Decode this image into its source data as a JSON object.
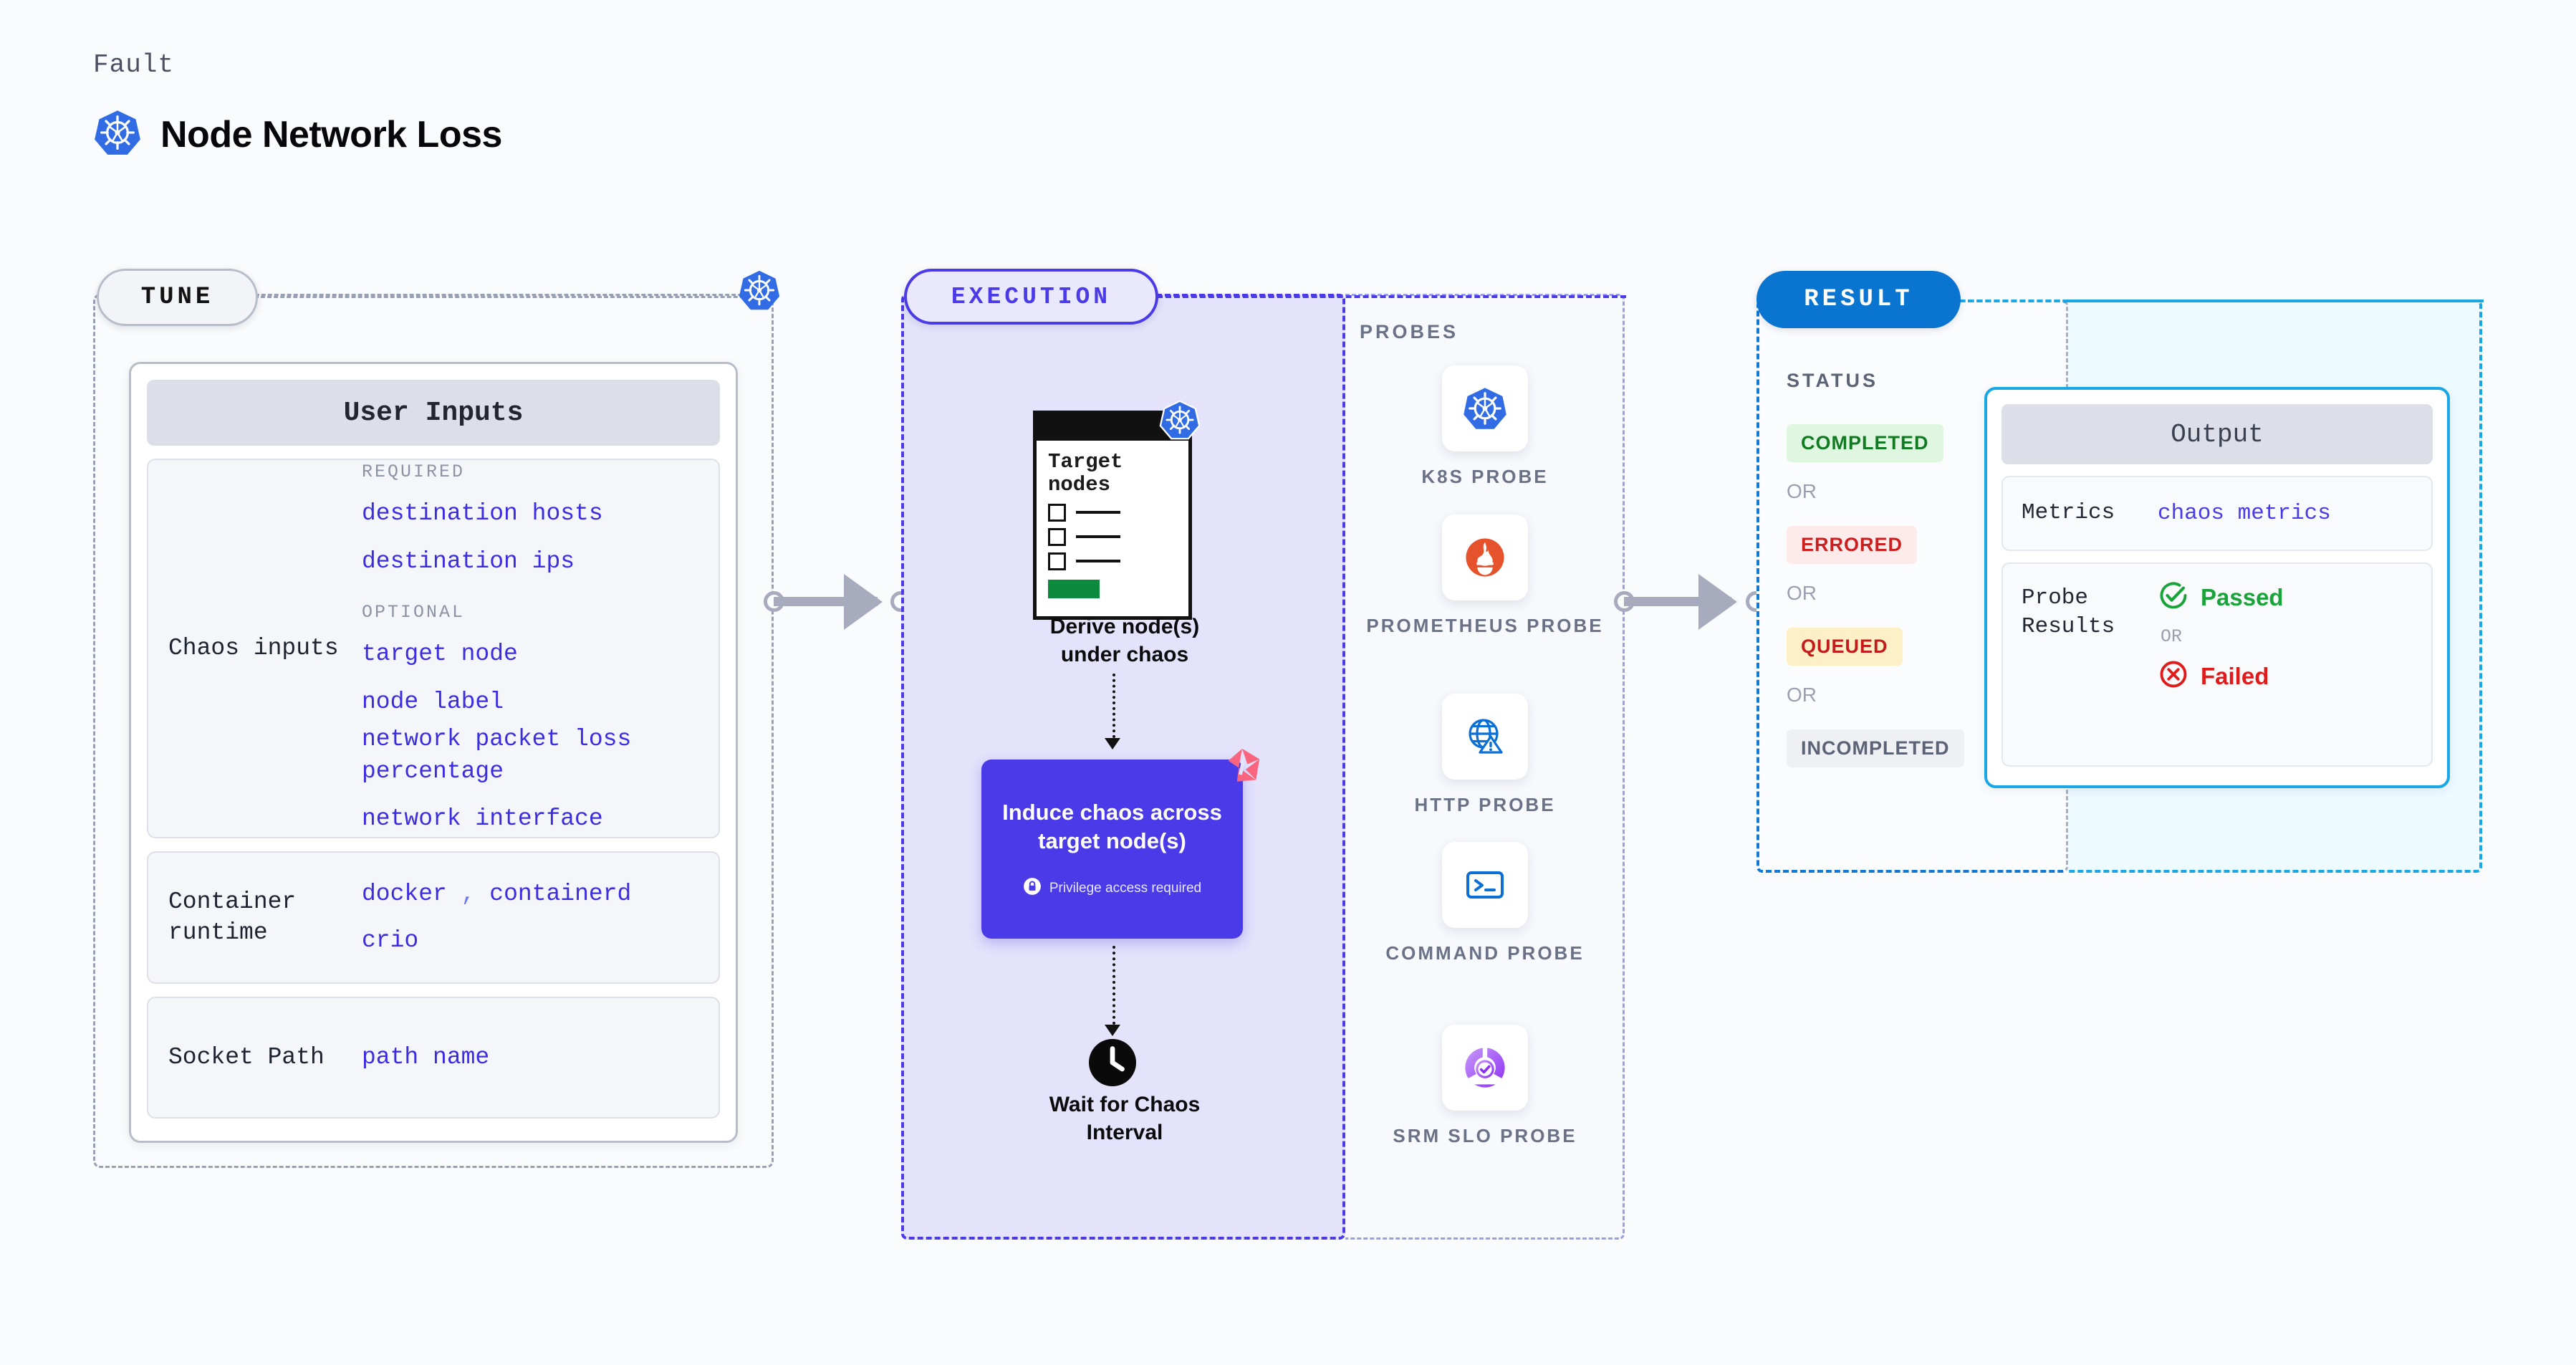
{
  "header": {
    "fault_label": "Fault",
    "title": "Node Network Loss",
    "icon": "kubernetes-icon"
  },
  "stages": {
    "tune": {
      "pill": "TUNE"
    },
    "execution": {
      "pill": "EXECUTION"
    },
    "result": {
      "pill": "RESULT"
    }
  },
  "tune": {
    "card_title": "User Inputs",
    "groups": [
      {
        "label": "Chaos inputs",
        "required_title": "REQUIRED",
        "required_values": [
          "destination hosts",
          "destination ips"
        ],
        "optional_title": "OPTIONAL",
        "optional_values": [
          "target node",
          "node label",
          "network packet loss percentage",
          "network interface"
        ]
      },
      {
        "label": "Container runtime",
        "values_line1": "docker",
        "separator": ",",
        "values_line1b": "containerd",
        "values_line2": "crio"
      },
      {
        "label": "Socket Path",
        "value": "path name"
      }
    ]
  },
  "execution": {
    "target_card": {
      "title_line1": "Target",
      "title_line2": "nodes",
      "icon": "kubernetes-icon"
    },
    "derive_caption_line1": "Derive node(s)",
    "derive_caption_line2": "under chaos",
    "induce_line1": "Induce chaos across",
    "induce_line2": "target node(s)",
    "privilege_note": "Privilege access required",
    "privilege_icon": "lock-icon",
    "brand_icon": "harness-logo-icon",
    "wait_icon": "clock-icon",
    "wait_caption_line1": "Wait for Chaos",
    "wait_caption_line2": "Interval"
  },
  "probes": {
    "section_label": "PROBES",
    "items": [
      {
        "name": "K8S PROBE",
        "icon": "kubernetes-icon"
      },
      {
        "name": "PROMETHEUS PROBE",
        "icon": "prometheus-icon"
      },
      {
        "name": "HTTP PROBE",
        "icon": "globe-warning-icon"
      },
      {
        "name": "COMMAND PROBE",
        "icon": "terminal-icon"
      },
      {
        "name": "SRM SLO PROBE",
        "icon": "srm-slo-icon"
      }
    ]
  },
  "result": {
    "status_label": "STATUS",
    "or_text": "OR",
    "badges": [
      {
        "text": "COMPLETED",
        "bg": "#dff6e0",
        "fg": "#117a22"
      },
      {
        "text": "ERRORED",
        "bg": "#fdeaea",
        "fg": "#cc1f1f"
      },
      {
        "text": "QUEUED",
        "bg": "#fdf0c7",
        "fg": "#c41c1c"
      },
      {
        "text": "INCOMPLETED",
        "bg": "#eef0f4",
        "fg": "#5c6377"
      }
    ]
  },
  "output": {
    "card_title": "Output",
    "metrics_label": "Metrics",
    "metrics_value": "chaos metrics",
    "probe_results_label_line1": "Probe",
    "probe_results_label_line2": "Results",
    "passed_text": "Passed",
    "passed_icon": "check-circle-icon",
    "or_text": "OR",
    "failed_text": "Failed",
    "failed_icon": "x-circle-icon"
  },
  "colors": {
    "accent_purple": "#4b3ae8",
    "accent_blue": "#0a74d1",
    "accent_cyan": "#19a7e6",
    "k8s_blue": "#326ce5",
    "value_blue": "#3c2ee0",
    "pass_green": "#1aa33a",
    "fail_red": "#e01b1b",
    "harness_pink": "#f9647f"
  }
}
